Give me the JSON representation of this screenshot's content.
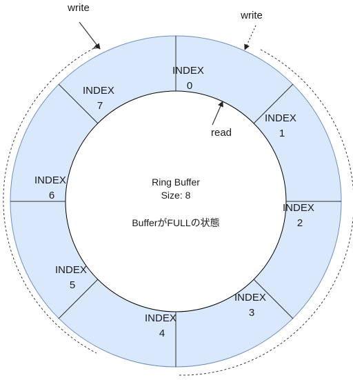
{
  "buffer": {
    "title": "Ring Buffer",
    "size_text": "Size: 8",
    "state_text": "BufferがFULLの状態"
  },
  "slots": [
    {
      "word": "INDEX",
      "num": "0"
    },
    {
      "word": "INDEX",
      "num": "1"
    },
    {
      "word": "INDEX",
      "num": "2"
    },
    {
      "word": "INDEX",
      "num": "3"
    },
    {
      "word": "INDEX",
      "num": "4"
    },
    {
      "word": "INDEX",
      "num": "5"
    },
    {
      "word": "INDEX",
      "num": "6"
    },
    {
      "word": "INDEX",
      "num": "7"
    }
  ],
  "pointers": {
    "write_left": "write",
    "write_right": "write",
    "read": "read"
  },
  "colors": {
    "slot_fill": "#dae8fc",
    "ring_stroke": "#6c8ebf",
    "divider": "#2b2b2b",
    "arrow": "#333333",
    "text": "#1a1a1a"
  }
}
